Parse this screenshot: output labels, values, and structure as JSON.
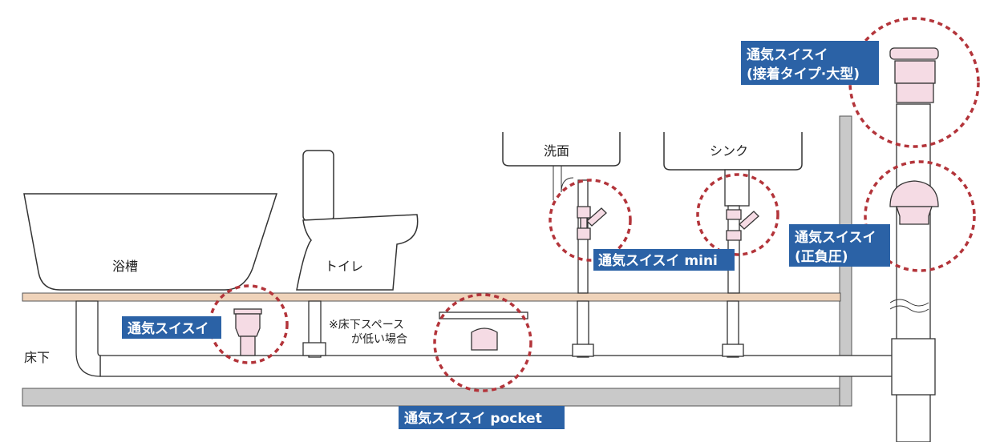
{
  "fixtures": {
    "bathtub": "浴槽",
    "toilet": "トイレ",
    "washbasin": "洗面",
    "sink": "シンク",
    "underfloor": "床下",
    "note_line1": "※床下スペース",
    "note_line2": "が低い場合"
  },
  "products": {
    "standard": "通気スイスイ",
    "mini": "通気スイスイ mini",
    "pocket": "通気スイスイ pocket",
    "large_line1": "通気スイスイ",
    "large_line2": "(接着タイプ·大型)",
    "pressure_line1": "通気スイスイ",
    "pressure_line2": "(正負圧)"
  },
  "colors": {
    "label_bg": "#2b62a6",
    "ring": "#b3343a",
    "floor": "#efd3ba",
    "concrete": "#c9c9c9",
    "valve": "#f5dbe4"
  }
}
